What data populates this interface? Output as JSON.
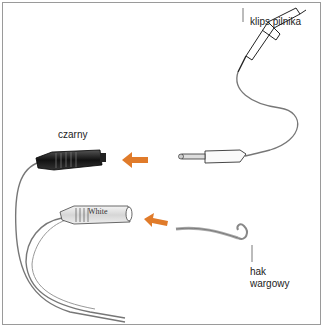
{
  "diagram": {
    "labels": [
      "klips pilnika",
      "czarny",
      "White",
      "hak wargowy"
    ]
  }
}
